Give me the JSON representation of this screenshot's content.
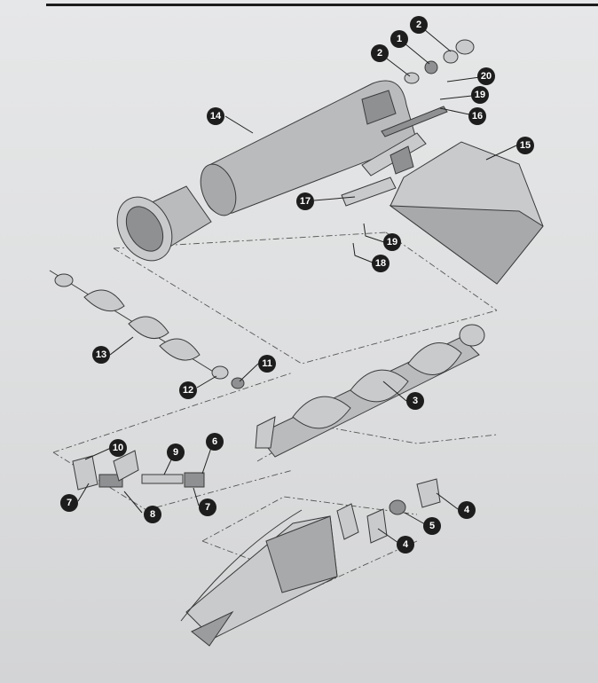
{
  "callouts": [
    {
      "label": "2",
      "part": "flange-bearing-left"
    },
    {
      "label": "1",
      "part": "bearing"
    },
    {
      "label": "2",
      "part": "flange-bearing-right"
    },
    {
      "label": "20",
      "part": "pin"
    },
    {
      "label": "19",
      "part": "bolt-upper"
    },
    {
      "label": "16",
      "part": "rod"
    },
    {
      "label": "14",
      "part": "auger-tube"
    },
    {
      "label": "15",
      "part": "hopper"
    },
    {
      "label": "17",
      "part": "bracket"
    },
    {
      "label": "19",
      "part": "bolt-lower"
    },
    {
      "label": "18",
      "part": "nut"
    },
    {
      "label": "13",
      "part": "upper-flighting"
    },
    {
      "label": "11",
      "part": "bushing"
    },
    {
      "label": "12",
      "part": "flange"
    },
    {
      "label": "3",
      "part": "lower-flighting"
    },
    {
      "label": "10",
      "part": "agitator-left"
    },
    {
      "label": "9",
      "part": "drive-shaft"
    },
    {
      "label": "6",
      "part": "u-joint"
    },
    {
      "label": "7",
      "part": "coupler-left"
    },
    {
      "label": "8",
      "part": "agitator-right"
    },
    {
      "label": "7",
      "part": "coupler-right"
    },
    {
      "label": "4",
      "part": "bearing-plate-upper"
    },
    {
      "label": "5",
      "part": "bearing-insert"
    },
    {
      "label": "4",
      "part": "bearing-plate-lower"
    }
  ],
  "colors": {
    "callout_fill": "#1d1d1d",
    "callout_text": "#ffffff",
    "paper": "#e3e4e5"
  }
}
